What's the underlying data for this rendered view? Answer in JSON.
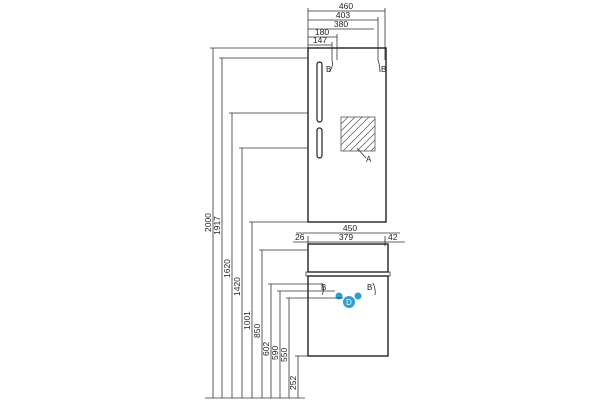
{
  "top_widths": [
    "460",
    "403",
    "380",
    "180",
    "147"
  ],
  "bottom_widths": {
    "total": "450",
    "inner": "379",
    "left": "26",
    "right": "42"
  },
  "heights": [
    "2000",
    "1917",
    "1620",
    "1420",
    "1001",
    "850",
    "602",
    "590",
    "550",
    "252"
  ],
  "markers": {
    "b": "B",
    "a": "A",
    "d": "D"
  },
  "colors": {
    "line": "#222222",
    "connection": "#2a9fd8",
    "hatch": "#555555"
  }
}
